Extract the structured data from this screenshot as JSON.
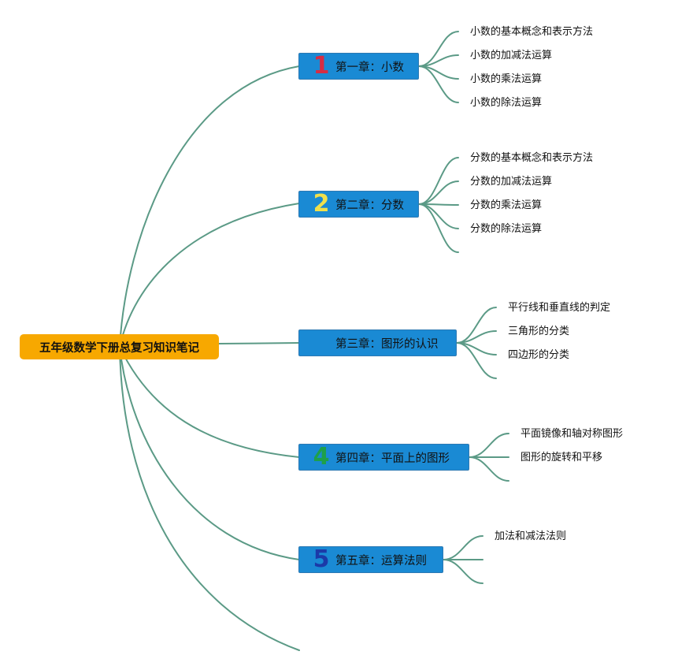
{
  "root": {
    "label": "五年级数学下册总复习知识笔记"
  },
  "colors": {
    "root": "#f7a800",
    "chapter": "#1a8ad4",
    "line": "#5b9a86"
  },
  "chapters": [
    {
      "num": "1",
      "num_color": "#d62d44",
      "label": "第一章：小数",
      "topics": [
        "小数的基本概念和表示方法",
        "小数的加减法运算",
        "小数的乘法运算",
        "小数的除法运算"
      ]
    },
    {
      "num": "2",
      "num_color": "#f0e04c",
      "label": "第二章：分数",
      "topics": [
        "分数的基本概念和表示方法",
        "分数的加减法运算",
        "分数的乘法运算",
        "分数的除法运算"
      ]
    },
    {
      "num": "",
      "num_color": "#1a8ad4",
      "label": "第三章：图形的认识",
      "topics": [
        "平行线和垂直线的判定",
        "三角形的分类",
        "四边形的分类"
      ]
    },
    {
      "num": "4",
      "num_color": "#1ea04a",
      "label": "第四章：平面上的图形",
      "topics": [
        "平面镜像和轴对称图形",
        "图形的旋转和平移"
      ]
    },
    {
      "num": "5",
      "num_color": "#1b3aa8",
      "label": "第五章：运算法则",
      "topics": [
        "加法和减法法则"
      ]
    }
  ]
}
